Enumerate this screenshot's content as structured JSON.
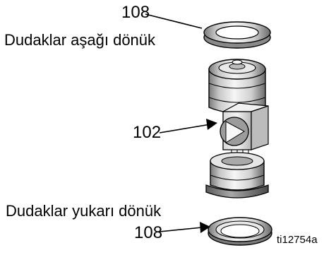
{
  "callouts": [
    {
      "number": "108",
      "note": "Dudaklar aşağı dönük"
    },
    {
      "number": "102"
    },
    {
      "number": "108",
      "note": "Dudaklar yukarı dönük"
    }
  ],
  "figure_id": "ti12754a",
  "colors": {
    "metal_light": "#f4f4f4",
    "metal_mid": "#c8c8c8",
    "metal_dark": "#6e6e6e",
    "line": "#000000"
  }
}
